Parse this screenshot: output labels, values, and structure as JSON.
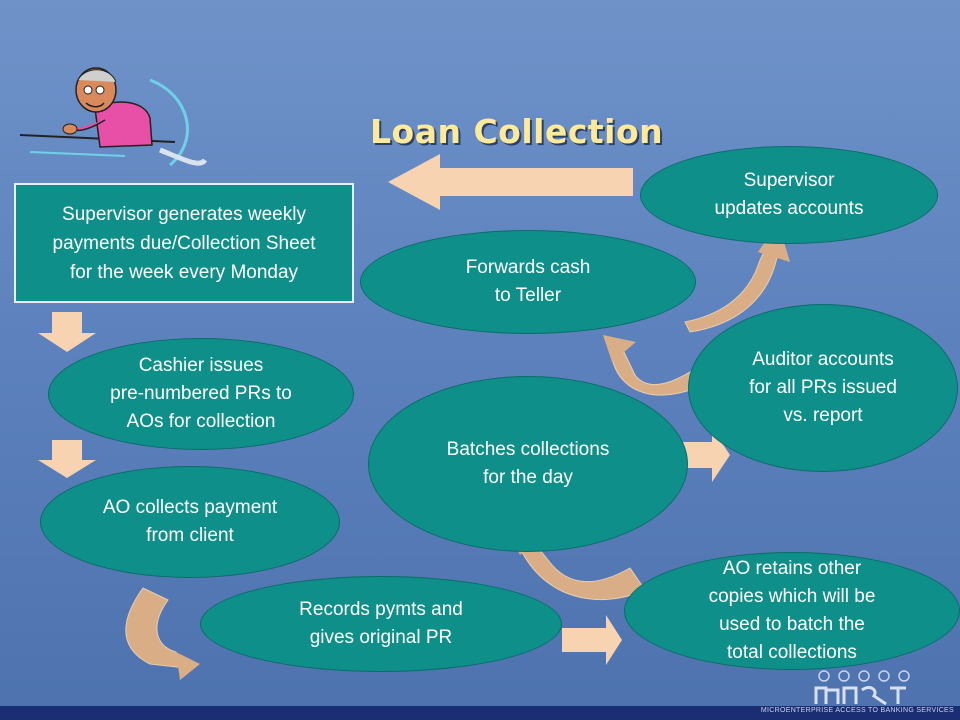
{
  "slide": {
    "title": "Loan Collection",
    "box_supervisor_generates": "Supervisor generates weekly\npayments due/Collection Sheet\nfor the week every Monday",
    "node_cashier": "Cashier issues\npre-numbered PRs to\nAOs for collection",
    "node_ao_collects": "AO collects payment\nfrom client",
    "node_records": "Records pymts and\ngives original PR",
    "node_ao_retains": "AO retains other\ncopies which will be\nused to batch the\ntotal collections",
    "node_batches": "Batches collections\nfor the day",
    "node_forwards": "Forwards cash\nto Teller",
    "node_auditor": "Auditor accounts\nfor all PRs issued\nvs. report",
    "node_supervisor_updates": "Supervisor\nupdates accounts"
  },
  "footer": {
    "org_text": "MICROENTERPRISE ACCESS TO BANKING SERVICES"
  },
  "colors": {
    "node_fill": "#0f8f8a",
    "arrow_fill": "#f8d3b1",
    "curve_arrow_fill": "#d9ae86",
    "title_color": "#ffe99a"
  }
}
